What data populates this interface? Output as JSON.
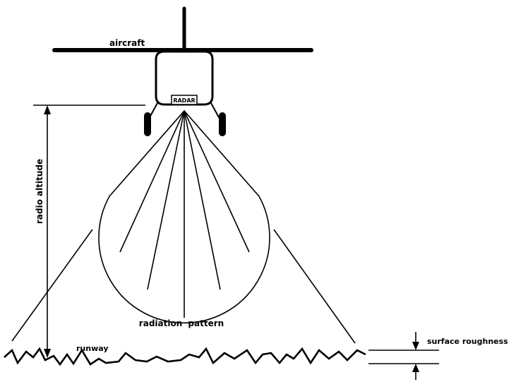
{
  "labels": {
    "aircraft": "aircraft",
    "radar": "RADAR",
    "radio_altitude": "radio altitude",
    "radiation_pattern": "radiation pattern",
    "runway": "runway",
    "surface_roughness": "surface roughness"
  },
  "colors": {
    "ink": "#000000",
    "background": "#ffffff"
  }
}
